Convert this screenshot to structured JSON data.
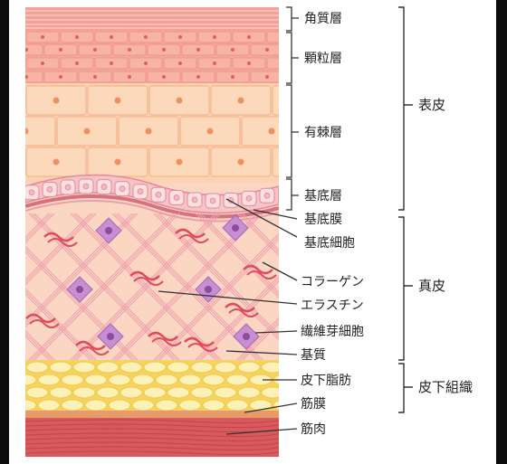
{
  "labels": {
    "stratum_corneum": "角質層",
    "stratum_granulosum": "顆粒層",
    "stratum_spinosum": "有棘層",
    "stratum_basale": "基底層",
    "basement_membrane": "基底膜",
    "basal_cell": "基底細胞",
    "collagen": "コラーゲン",
    "elastin": "エラスチン",
    "fibroblast": "繊維芽細胞",
    "ground_substance": "基質",
    "subcutaneous_fat": "皮下脂肪",
    "fascia": "筋膜",
    "muscle": "筋肉"
  },
  "groups": {
    "epidermis": "表皮",
    "dermis": "真皮",
    "subcutaneous_tissue": "皮下組織"
  },
  "colors": {
    "corneum": "#f4a09a",
    "granulosum": "#f7b4a6",
    "spinosum": "#fbd3b2",
    "basal_cells": "#f6c3c7",
    "dermis": "#fad6c3",
    "fibers": "#ee9fac",
    "fibroblast": "#a868b8",
    "elastin": "#e24b5c",
    "fat": "#fbe8a0",
    "muscle": "#d95a5c"
  }
}
